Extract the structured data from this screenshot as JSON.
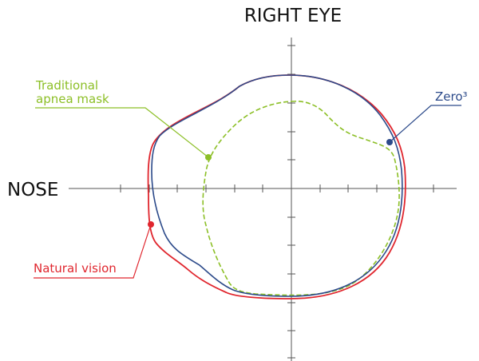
{
  "title": "RIGHT EYE",
  "axis_label": "NOSE",
  "curves": [
    {
      "id": "natural",
      "name": "Natural vision",
      "color": "#e0262e",
      "style": "solid"
    },
    {
      "id": "zero3",
      "name": "Zero³",
      "color": "#2c4a8a",
      "style": "solid"
    },
    {
      "id": "traditional",
      "name_lines": [
        "Traditional",
        "apnea mask"
      ],
      "color": "#8cbf26",
      "style": "dashed"
    }
  ],
  "colors": {
    "axis": "#555555",
    "text": "#111111"
  }
}
